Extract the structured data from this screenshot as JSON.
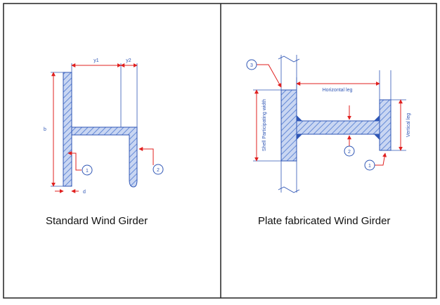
{
  "left_panel": {
    "caption": "Standard Wind Girder",
    "dim_y1": "y1",
    "dim_y2": "y2",
    "dim_b": "b",
    "dim_d": "d",
    "callout_1": "1",
    "callout_2": "2"
  },
  "right_panel": {
    "caption": "Plate fabricated Wind Girder",
    "horizontal_leg": "Horizontal leg",
    "vertical_leg": "Vertical leg",
    "shell_width": "Shell Participating width",
    "callout_1": "1",
    "callout_2": "2",
    "callout_3": "3"
  },
  "colors": {
    "hatch": "#4a76d0",
    "outline": "#2f56b5",
    "dimension": "#e0201f",
    "frame": "#222222"
  }
}
